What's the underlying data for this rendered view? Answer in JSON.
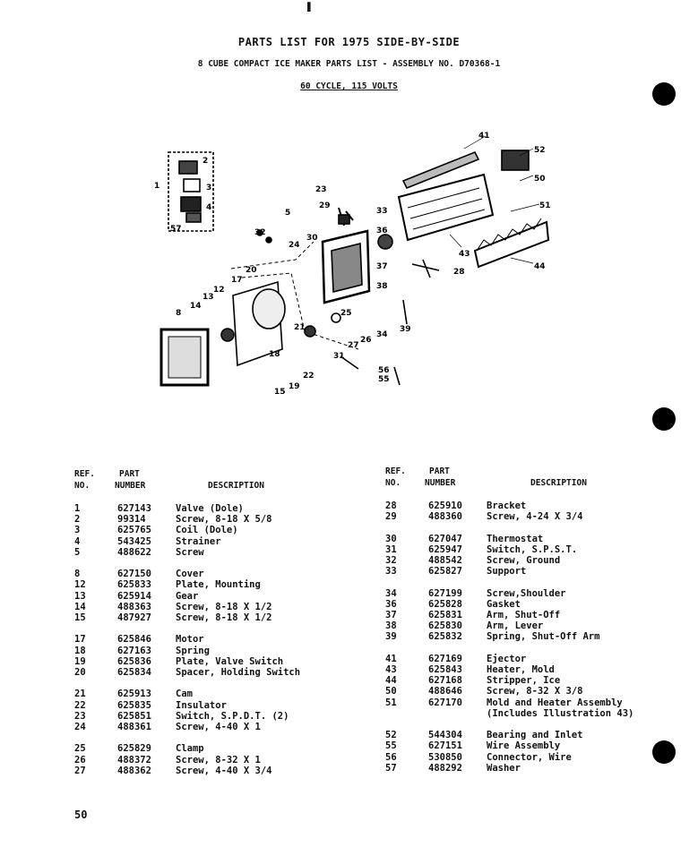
{
  "header": {
    "title": "PARTS LIST FOR 1975 SIDE-BY-SIDE",
    "subtitle": "8 CUBE COMPACT ICE MAKER PARTS LIST - ASSEMBLY NO. D70368-1",
    "spec": "60 CYCLE, 115 VOLTS"
  },
  "columns": {
    "ref_top": "REF.",
    "ref_bottom": "NO.",
    "part_top": "PART",
    "part_bottom": "NUMBER",
    "description": "DESCRIPTION"
  },
  "left_groups": [
    [
      {
        "ref": "1",
        "part": "627143",
        "desc": "Valve (Dole)"
      },
      {
        "ref": "2",
        "part": "99314",
        "desc": "Screw, 8-18 X 5/8"
      },
      {
        "ref": "3",
        "part": "625765",
        "desc": "Coil (Dole)"
      },
      {
        "ref": "4",
        "part": "543425",
        "desc": "Strainer"
      },
      {
        "ref": "5",
        "part": "488622",
        "desc": "Screw"
      }
    ],
    [
      {
        "ref": "8",
        "part": "627150",
        "desc": "Cover"
      },
      {
        "ref": "12",
        "part": "625833",
        "desc": "Plate, Mounting"
      },
      {
        "ref": "13",
        "part": "625914",
        "desc": "Gear"
      },
      {
        "ref": "14",
        "part": "488363",
        "desc": "Screw, 8-18 X 1/2"
      },
      {
        "ref": "15",
        "part": "487927",
        "desc": "Screw, 8-18 X 1/2"
      }
    ],
    [
      {
        "ref": "17",
        "part": "625846",
        "desc": "Motor"
      },
      {
        "ref": "18",
        "part": "627163",
        "desc": "Spring"
      },
      {
        "ref": "19",
        "part": "625836",
        "desc": "Plate, Valve Switch"
      },
      {
        "ref": "20",
        "part": "625834",
        "desc": "Spacer, Holding Switch"
      }
    ],
    [
      {
        "ref": "21",
        "part": "625913",
        "desc": "Cam"
      },
      {
        "ref": "22",
        "part": "625835",
        "desc": "Insulator"
      },
      {
        "ref": "23",
        "part": "625851",
        "desc": "Switch, S.P.D.T. (2)"
      },
      {
        "ref": "24",
        "part": "488361",
        "desc": "Screw, 4-40 X 1"
      }
    ],
    [
      {
        "ref": "25",
        "part": "625829",
        "desc": "Clamp"
      },
      {
        "ref": "26",
        "part": "488372",
        "desc": "Screw, 8-32 X 1"
      },
      {
        "ref": "27",
        "part": "488362",
        "desc": "Screw, 4-40 X 3/4"
      }
    ]
  ],
  "right_groups": [
    [
      {
        "ref": "28",
        "part": "625910",
        "desc": "Bracket"
      },
      {
        "ref": "29",
        "part": "488360",
        "desc": "Screw, 4-24 X 3/4"
      }
    ],
    [
      {
        "ref": "30",
        "part": "627047",
        "desc": "Thermostat"
      },
      {
        "ref": "31",
        "part": "625947",
        "desc": "Switch, S.P.S.T."
      },
      {
        "ref": "32",
        "part": "488542",
        "desc": "Screw, Ground"
      },
      {
        "ref": "33",
        "part": "625827",
        "desc": "Support"
      }
    ],
    [
      {
        "ref": "34",
        "part": "627199",
        "desc": "Screw,Shoulder"
      },
      {
        "ref": "36",
        "part": "625828",
        "desc": "Gasket"
      },
      {
        "ref": "37",
        "part": "625831",
        "desc": "Arm, Shut-Off"
      },
      {
        "ref": "38",
        "part": "625830",
        "desc": "Arm, Lever"
      },
      {
        "ref": "39",
        "part": "625832",
        "desc": "Spring, Shut-Off Arm"
      }
    ],
    [
      {
        "ref": "41",
        "part": "627169",
        "desc": "Ejector"
      },
      {
        "ref": "43",
        "part": "625843",
        "desc": "Heater, Mold"
      },
      {
        "ref": "44",
        "part": "627168",
        "desc": "Stripper, Ice"
      },
      {
        "ref": "50",
        "part": "488646",
        "desc": "Screw, 8-32 X 3/8"
      },
      {
        "ref": "51",
        "part": "627170",
        "desc": "Mold and Heater Assembly"
      },
      {
        "ref": "",
        "part": "",
        "desc": "(Includes Illustration 43)"
      }
    ],
    [
      {
        "ref": "52",
        "part": "544304",
        "desc": "Bearing and Inlet"
      },
      {
        "ref": "55",
        "part": "627151",
        "desc": "Wire Assembly"
      },
      {
        "ref": "56",
        "part": "530850",
        "desc": "Connector, Wire"
      },
      {
        "ref": "57",
        "part": "488292",
        "desc": "Washer"
      }
    ]
  ],
  "diagram_callouts": [
    "1",
    "2",
    "3",
    "4",
    "5",
    "8",
    "12",
    "13",
    "14",
    "15",
    "17",
    "18",
    "19",
    "20",
    "21",
    "22",
    "23",
    "24",
    "25",
    "26",
    "27",
    "28",
    "29",
    "30",
    "31",
    "32",
    "33",
    "34",
    "36",
    "37",
    "38",
    "39",
    "41",
    "43",
    "44",
    "50",
    "51",
    "52",
    "55",
    "56",
    "57"
  ],
  "page_number": "50"
}
